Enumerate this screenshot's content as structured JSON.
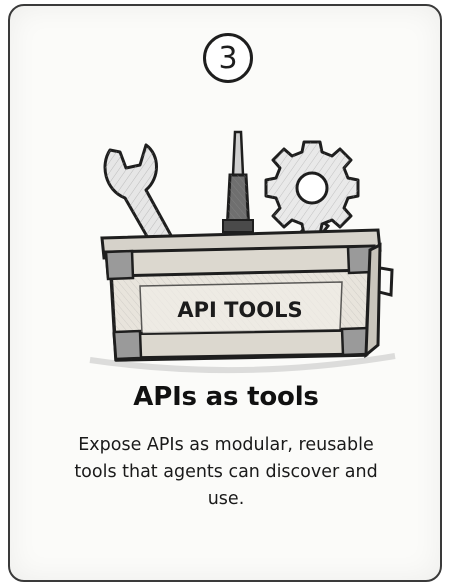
{
  "card": {
    "step_number": "3",
    "box_label": "API TOOLS",
    "title": "APIs as tools",
    "description": "Expose APIs as modular, reusable tools that agents can discover and use."
  },
  "icons": [
    "wrench-icon",
    "screwdriver-icon",
    "gear-icon",
    "toolbox-icon"
  ],
  "colors": {
    "ink": "#1e1e1e",
    "paper": "#fbfbf9",
    "wood": "#e4e0d8",
    "metal": "#d8d8d8"
  }
}
